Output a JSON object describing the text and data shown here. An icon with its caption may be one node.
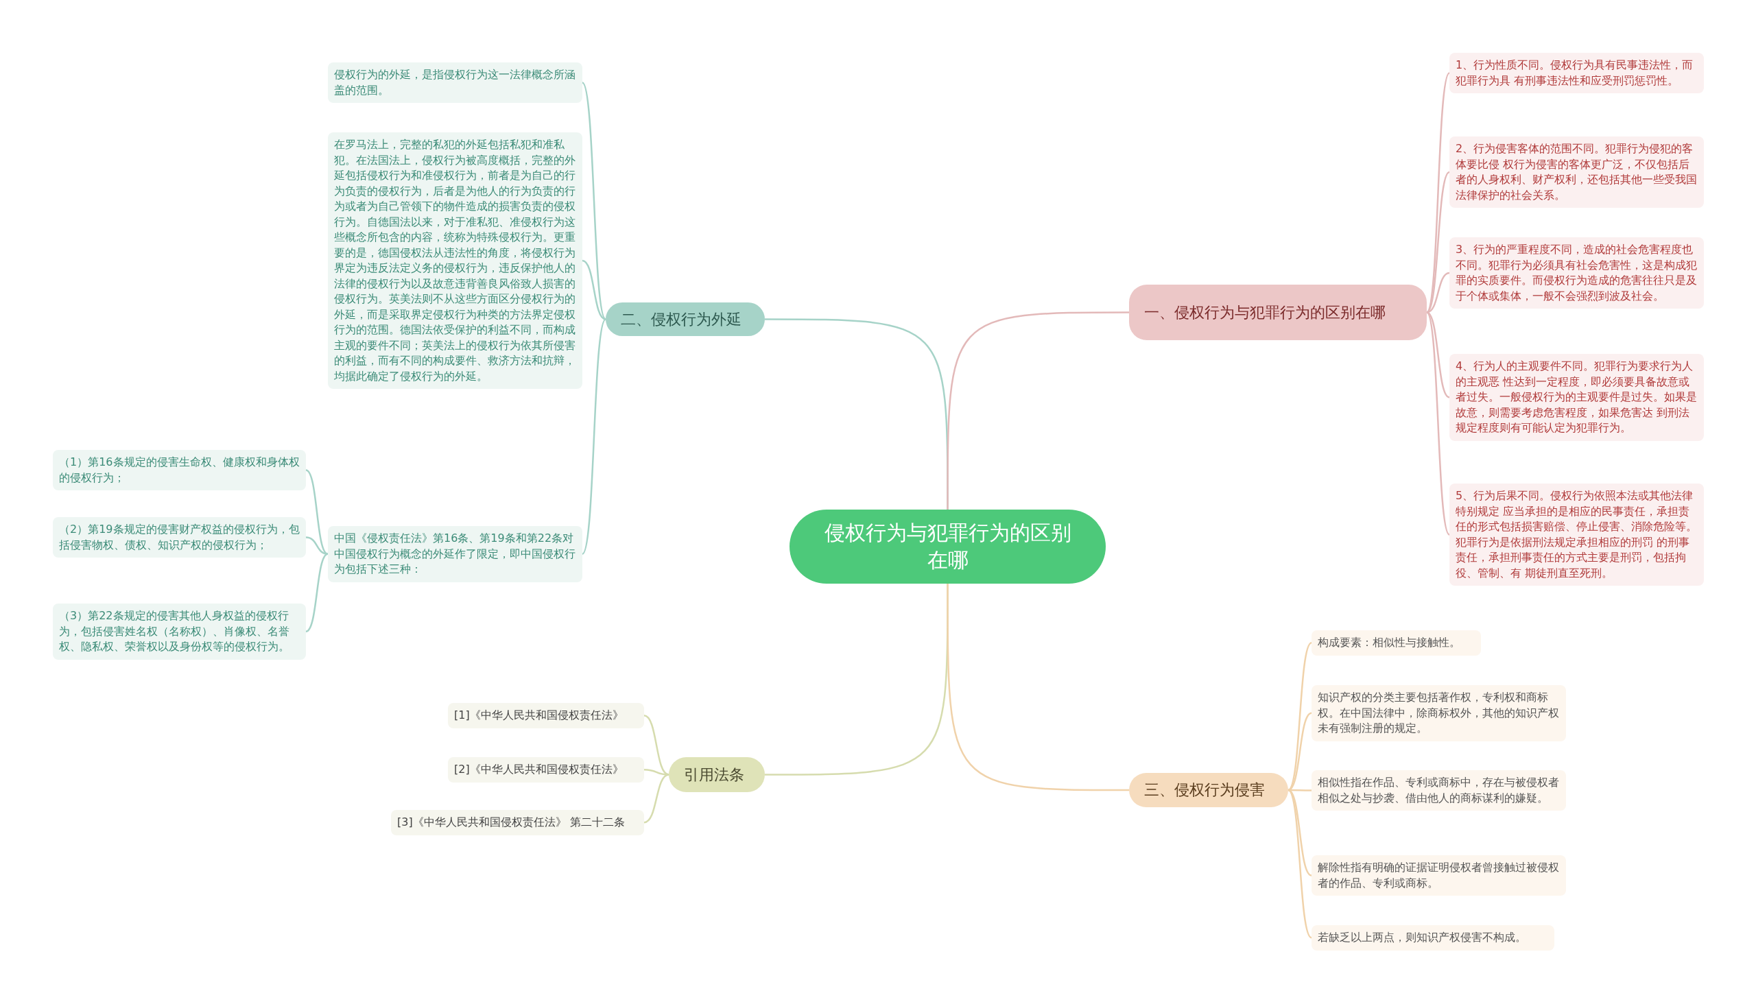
{
  "diagram": {
    "nodes": [
      {
        "text": [
          "侵权行为与犯罪行为的区别在哪"
        ]
      },
      {
        "text": [
          "二、侵权行为外延"
        ]
      },
      {
        "text": [
          "侵权行为的外延，是指侵权行为这一法律概念所涵盖的范围。"
        ]
      },
      {
        "text": [
          "在罗马法上，完整的私犯的外延包括私犯和准私犯。在法国法上，侵权行为被高度概括，完整的外延包括侵权行为和准侵权行为，前者是为自己的行为负责的侵权行为，后者是为他人的行为负责的行为或者为自己管领下的物件造成的损害负责的侵权行为。自德国法以来，对于准私犯、准侵权行为这些概念所包含的内容，统称为特殊侵权行为。更重要的是，德国侵权法从违法性的角度，将侵权行为界定为违反法定义务的侵权行为，违反保护他人的法律的侵权行为以及故意违背善良风俗致人损害的侵权行为。英美法则不从这些方面区分侵权行为的外延，而是采取界定侵权行为种类的方法界定侵权行为的范围。德国法依受保护的利益不同，而构成主观的要件不同；英美法上的侵权行为依其所侵害的利益，而有不同的构成要件、救济方法和抗辩，均据此确定了侵权行为的外延。"
        ]
      },
      {
        "text": [
          "中国《侵权责任法》第16条、第19条和第22条对中国侵权行为概念的外延作了限定，即中国侵权行为包括下述三种："
        ]
      },
      {
        "text": [
          "（1）第16条规定的侵害生命权、健康权和身体权的侵权行为；"
        ]
      },
      {
        "text": [
          "（2）第19条规定的侵害财产权益的侵权行为，包括侵害物权、债权、知识产权的侵权行为；"
        ]
      },
      {
        "text": [
          "（3）第22条规定的侵害其他人身权益的侵权行为，包括侵害姓名权（名称权）、肖像权、名誉权、隐私权、荣誉权以及身份权等的侵权行为。"
        ]
      },
      {
        "text": [
          "引用法条"
        ]
      },
      {
        "text": [
          "[1]《中华人民共和国侵权责任法》"
        ]
      },
      {
        "text": [
          "[2]《中华人民共和国侵权责任法》"
        ]
      },
      {
        "text": [
          "[3]《中华人民共和国侵权责任法》 第二十二条"
        ]
      },
      {
        "text": [
          "一、侵权行为与犯罪行为的区别在哪"
        ]
      },
      {
        "text": [
          "1、行为性质不同。侵权行为具有民事违法性，而犯罪行为具 有刑事违法性和应受刑罚惩罚性。"
        ]
      },
      {
        "text": [
          "2、行为侵害客体的范围不同。犯罪行为侵犯的客体要比侵 权行为侵害的客体更广泛，不仅包括后者的人身权利、财产权利，还包括其他一些受我国法律保护的社会关系。"
        ]
      },
      {
        "text": [
          "3、行为的严重程度不同，造成的社会危害程度也不同。犯罪行为必须具有社会危害性，这是构成犯罪的实质要件。而侵权行为造成的危害往往只是及于个体或集体，一般不会强烈到波及社会。"
        ]
      },
      {
        "text": [
          "4、行为人的主观要件不同。犯罪行为要求行为人的主观恶 性达到一定程度，即必须要具备故意或者过失。一般侵权行为的主观要件是过失。如果是故意，则需要考虑危害程度，如果危害达 到刑法规定程度则有可能认定为犯罪行为。"
        ]
      },
      {
        "text": [
          "5、行为后果不同。侵权行为依照本法或其他法律特别规定 应当承担的是相应的民事责任，承担责任的形式包括损害赔偿、停止侵害、消除危险等。犯罪行为是依据刑法规定承担相应的刑罚 的刑事责任，承担刑事责任的方式主要是刑罚，包括拘役、管制、有 期徒刑直至死刑。"
        ]
      },
      {
        "text": [
          "三、侵权行为侵害"
        ]
      },
      {
        "text": [
          "构成要素：相似性与接触性。"
        ]
      },
      {
        "text": [
          "知识产权的分类主要包括著作权，专利权和商标权。在中国法律中，除商标权外，其他的知识产权未有强制注册的规定。"
        ]
      },
      {
        "text": [
          "相似性指在作品、专利或商标中，存在与被侵权者相似之处与抄袭、借由他人的商标谋利的嫌疑。"
        ]
      },
      {
        "text": [
          "解除性指有明确的证据证明侵权者曾接触过被侵权者的作品、专利或商标。"
        ]
      },
      {
        "text": [
          "若缺乏以上两点，则知识产权侵害不构成。"
        ]
      }
    ],
    "edges": [
      {
        "from": 0,
        "to": 1,
        "arrow": "none",
        "color": "#a6d3c8"
      },
      {
        "from": 1,
        "to": 2,
        "arrow": "none",
        "color": "#a6d3c8"
      },
      {
        "from": 1,
        "to": 3,
        "arrow": "none",
        "color": "#a6d3c8"
      },
      {
        "from": 1,
        "to": 4,
        "arrow": "none",
        "color": "#a6d3c8"
      },
      {
        "from": 4,
        "to": 5,
        "arrow": "none",
        "color": "#a6d3c8"
      },
      {
        "from": 4,
        "to": 6,
        "arrow": "none",
        "color": "#a6d3c8"
      },
      {
        "from": 4,
        "to": 7,
        "arrow": "none",
        "color": "#a6d3c8"
      },
      {
        "from": 0,
        "to": 8,
        "arrow": "none",
        "color": "#d6dcae"
      },
      {
        "from": 8,
        "to": 9,
        "arrow": "none",
        "color": "#d6dcae"
      },
      {
        "from": 8,
        "to": 10,
        "arrow": "none",
        "color": "#d6dcae"
      },
      {
        "from": 8,
        "to": 11,
        "arrow": "none",
        "color": "#d6dcae"
      },
      {
        "from": 0,
        "to": 12,
        "arrow": "none",
        "color": "#e3b9b9"
      },
      {
        "from": 12,
        "to": 13,
        "arrow": "none",
        "color": "#e3b9b9"
      },
      {
        "from": 12,
        "to": 14,
        "arrow": "none",
        "color": "#e3b9b9"
      },
      {
        "from": 12,
        "to": 15,
        "arrow": "none",
        "color": "#e3b9b9"
      },
      {
        "from": 12,
        "to": 16,
        "arrow": "none",
        "color": "#e3b9b9"
      },
      {
        "from": 12,
        "to": 17,
        "arrow": "none",
        "color": "#e3b9b9"
      },
      {
        "from": 0,
        "to": 18,
        "arrow": "none",
        "color": "#f0d2aa"
      },
      {
        "from": 18,
        "to": 19,
        "arrow": "none",
        "color": "#f0d2aa"
      },
      {
        "from": 18,
        "to": 20,
        "arrow": "none",
        "color": "#f0d2aa"
      },
      {
        "from": 18,
        "to": 21,
        "arrow": "none",
        "color": "#f0d2aa"
      },
      {
        "from": 18,
        "to": 22,
        "arrow": "none",
        "color": "#f0d2aa"
      },
      {
        "from": 18,
        "to": 23,
        "arrow": "none",
        "color": "#f0d2aa"
      }
    ]
  }
}
